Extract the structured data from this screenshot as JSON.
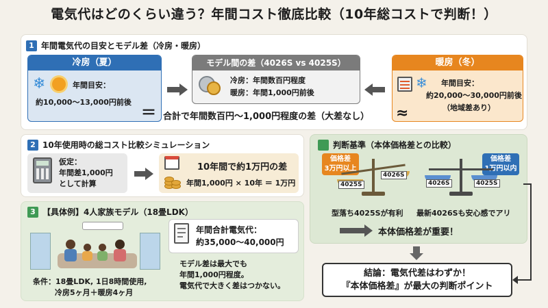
{
  "title": "電気代はどのくらい違う？年間コスト徹底比較（10年総コストで判断！）",
  "colors": {
    "blue": "#2f6fb5",
    "orange": "#e7861f",
    "gray": "#7b7b7b",
    "green": "#3f9a55",
    "panel_green": "#dde8d4",
    "panel_blue": "#dbe6f2"
  },
  "section1": {
    "num": "1",
    "title": "年間電気代の目安とモデル差（冷房・暖房）",
    "cooling": {
      "header": "冷房（夏）",
      "line1": "年間目安：",
      "line2": "約10,000〜13,000円前後",
      "icons": [
        "snowflake-icon",
        "sun-icon"
      ]
    },
    "model_diff": {
      "header": "モデル間の差（4026S vs 4025S）",
      "line1": "冷房：年間数百円程度",
      "line2": "暖房：年間1,000円前後",
      "icon": "coins-icon"
    },
    "heating": {
      "header": "暖房（冬）",
      "line1": "年間目安：",
      "line2": "約20,000〜30,000円前後",
      "line3": "（地域差あり）",
      "icons": [
        "heater-icon",
        "snowflake-icon"
      ]
    },
    "equals": "＝",
    "summary": "合計で年間数百円〜1,000円程度の差（大差なし）",
    "approx": "≈"
  },
  "section2": {
    "num": "2",
    "title": "10年使用時の総コスト比較シミュレーション",
    "assume1": "仮定：",
    "assume2": "年間差1,000円",
    "assume3": "として計算",
    "result": "10年間で約1万円の差",
    "formula": "年間1,000円 × 10年 ＝ 1万円"
  },
  "section3": {
    "num": "3",
    "title": "【具体例】4人家族モデル（18畳LDK）",
    "total_label": "年間合計電気代：",
    "total_value": "約35,000〜40,000円",
    "note1": "モデル差は最大でも",
    "note2": "年間1,000円程度。",
    "note3": "電気代で大きく差はつかない。",
    "cond1": "条件：18畳LDK, 1日8時間使用,",
    "cond2": "冷房5ヶ月＋暖房4ヶ月"
  },
  "criteria": {
    "title": "判断基準（本体価格差との比較）",
    "left_tag1": "価格差",
    "left_tag2": "3万円以上",
    "left_pan_a": "4025S",
    "left_pan_b": "4026S",
    "left_caption": "型落ち4025Sが有利",
    "right_tag1": "価格差",
    "right_tag2": "1万円以内",
    "right_pan_a": "4026S",
    "right_pan_b": "4025S",
    "right_caption": "最新4026Sも安心感でアリ",
    "key_point": "本体価格差が重要！"
  },
  "conclusion": {
    "line1": "結論：電気代差はわずか！",
    "line2": "『本体価格差』が最大の判断ポイント"
  }
}
